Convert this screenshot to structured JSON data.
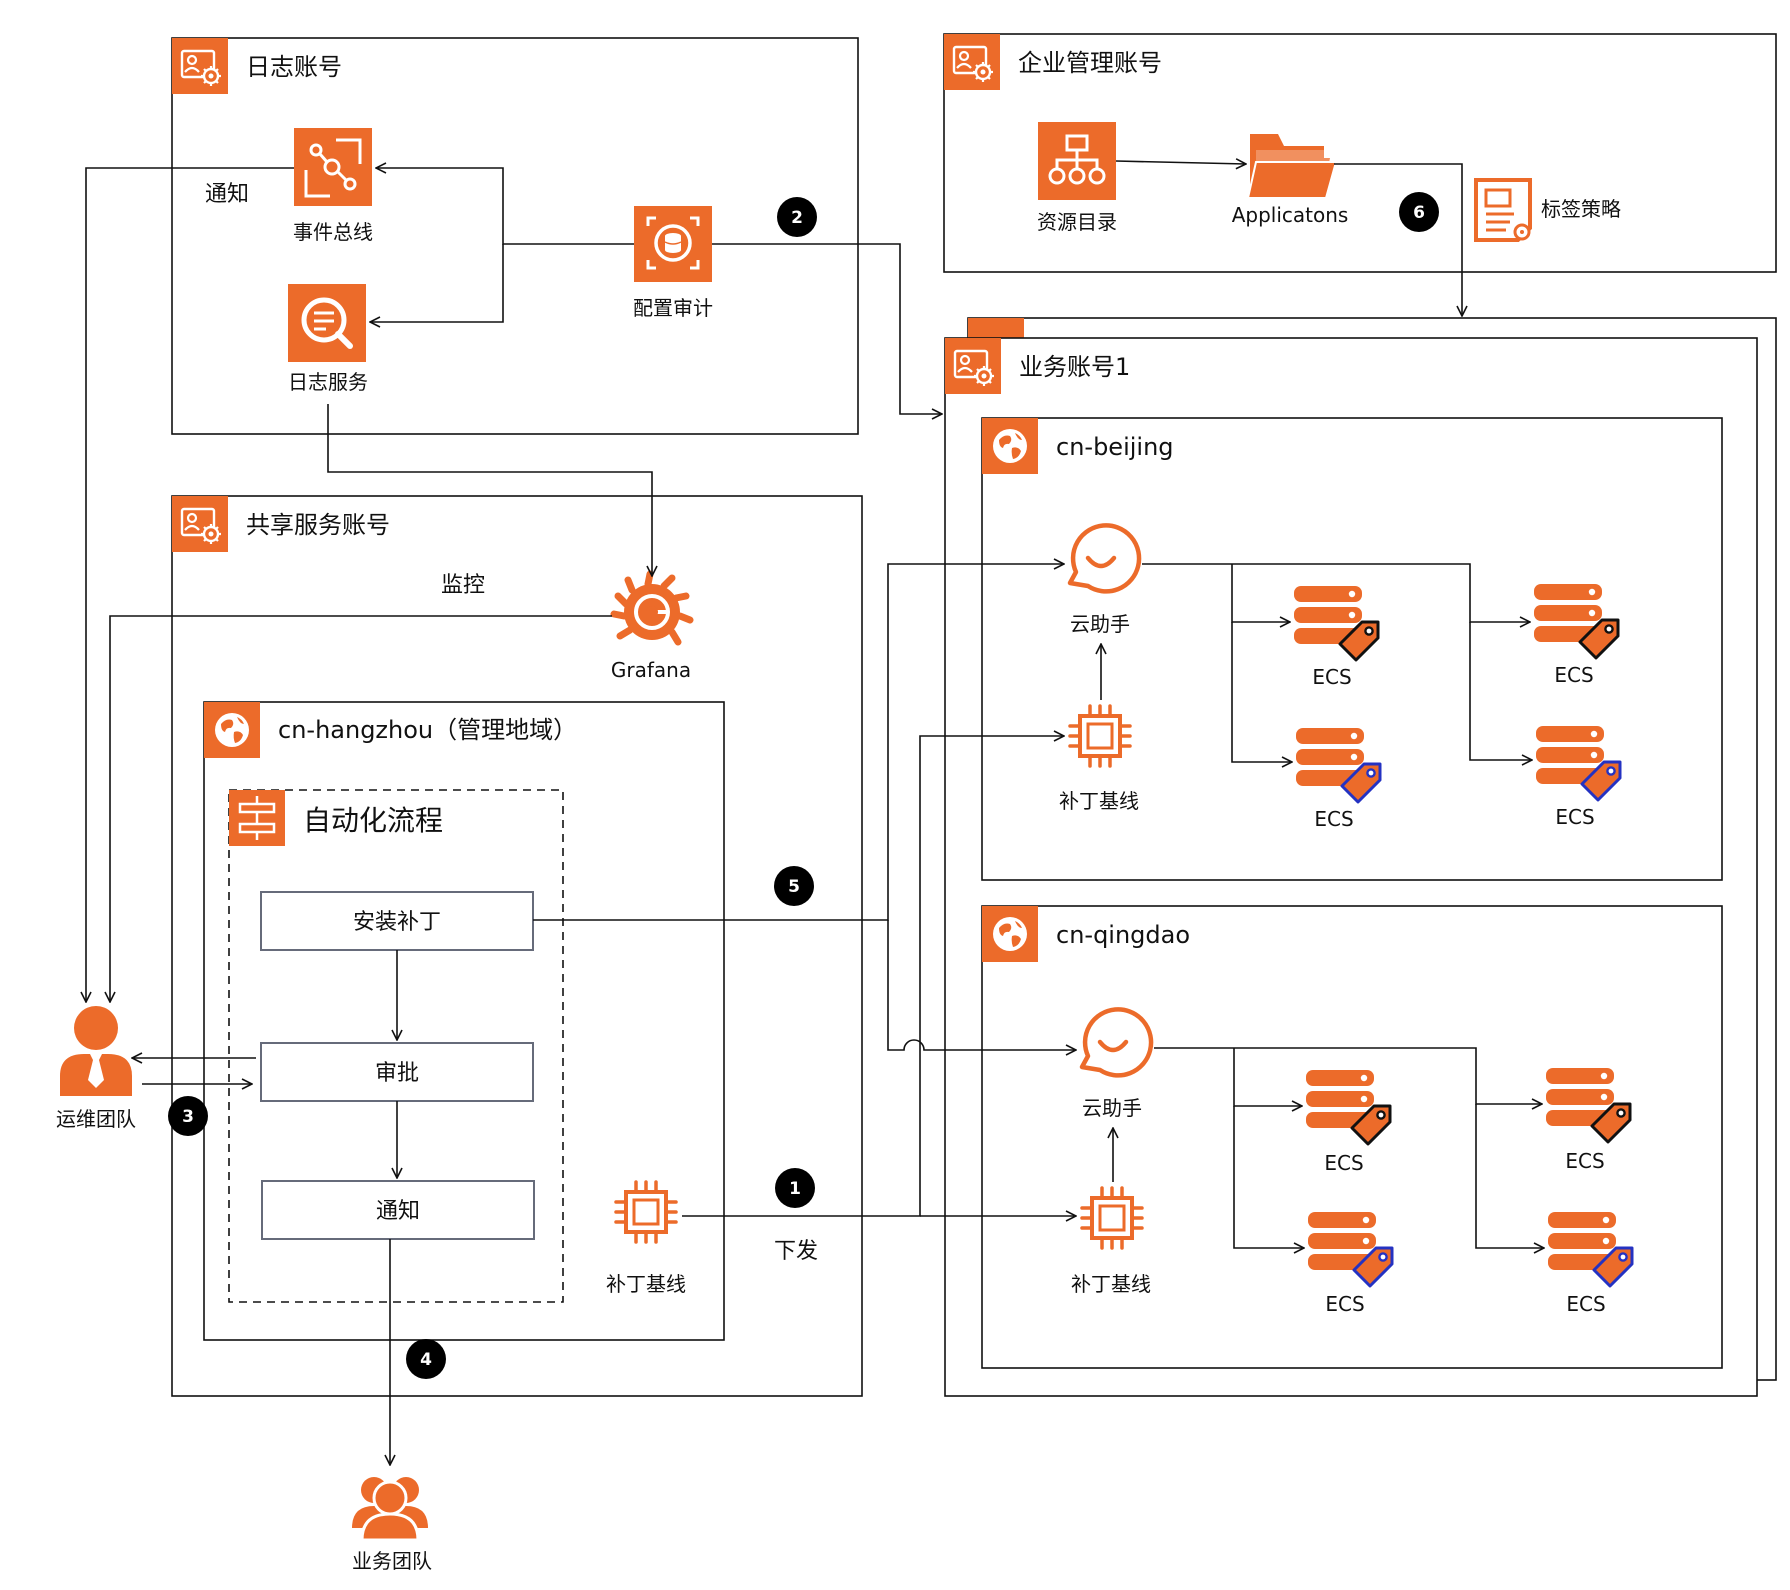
{
  "colors": {
    "accent": "#EC6B2A",
    "line": "#111111",
    "tag_blue": "#2432C2",
    "box_border": "#666B7A"
  },
  "accounts": {
    "log": "日志账号",
    "enterprise": "企业管理账号",
    "shared": "共享服务账号",
    "business": "业务账号1"
  },
  "log_account": {
    "event_bus": "事件总线",
    "log_service": "日志服务",
    "config_audit": "配置审计",
    "notify_label": "通知"
  },
  "enterprise_account": {
    "resource_directory": "资源目录",
    "applications": "Applicatons",
    "tag_policy": "标签策略"
  },
  "shared_account": {
    "monitor_label": "监控",
    "grafana": "Grafana",
    "region": "cn-hangzhou（管理地域）",
    "automation": "自动化流程",
    "steps": [
      "安装补丁",
      "审批",
      "通知"
    ],
    "patch_baseline": "补丁基线",
    "dispatch_label": "下发"
  },
  "business_account": {
    "regions": [
      {
        "name": "cn-beijing",
        "assistant": "云助手",
        "patch_baseline": "补丁基线",
        "ecs": [
          "ECS",
          "ECS",
          "ECS",
          "ECS"
        ]
      },
      {
        "name": "cn-qingdao",
        "assistant": "云助手",
        "patch_baseline": "补丁基线",
        "ecs": [
          "ECS",
          "ECS",
          "ECS",
          "ECS"
        ]
      }
    ]
  },
  "actors": {
    "ops_team": "运维团队",
    "biz_team": "业务团队"
  },
  "steps": [
    "1",
    "2",
    "3",
    "4",
    "5",
    "6"
  ]
}
